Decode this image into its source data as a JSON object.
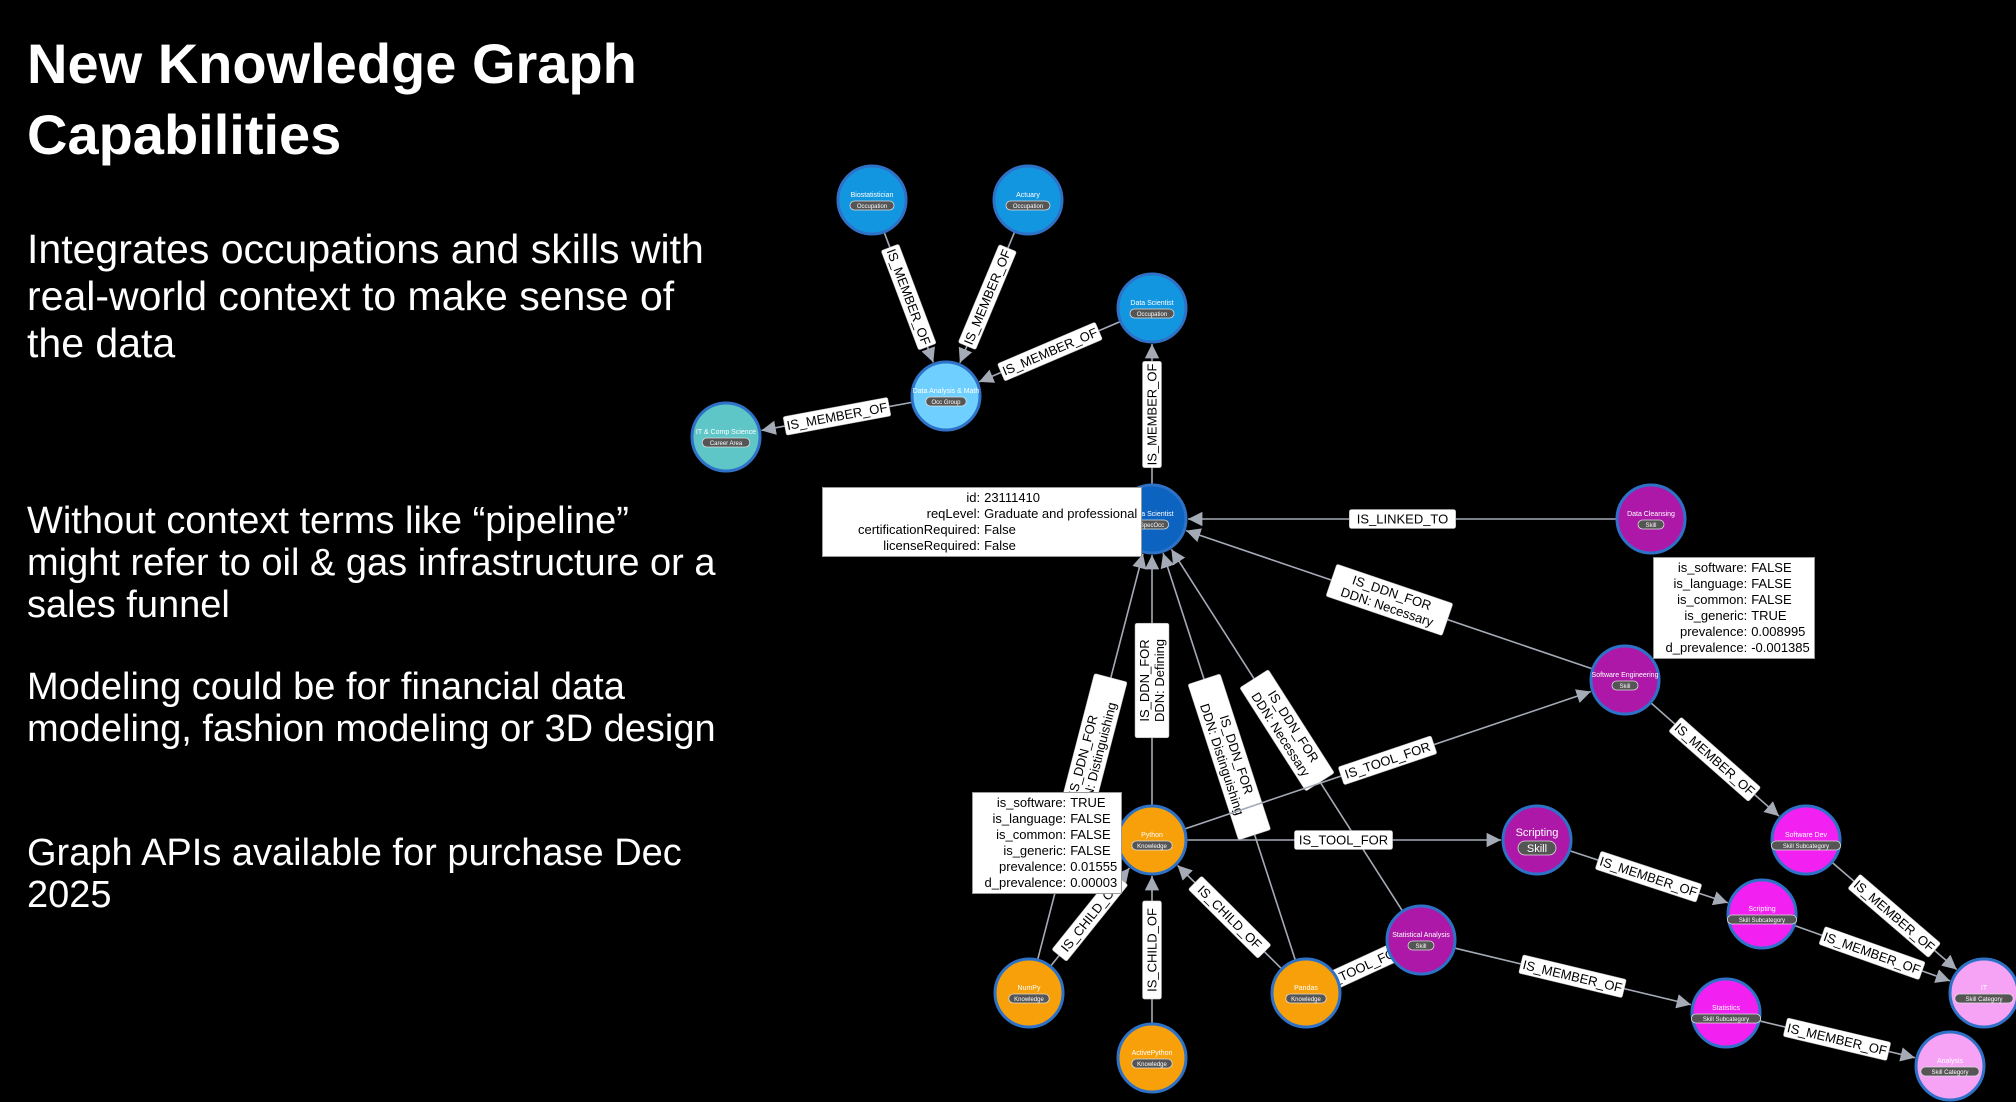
{
  "slide": {
    "title": "New Knowledge Graph Capabilities",
    "paragraphs": [
      "Integrates occupations and skills with real-world context to make sense of the data",
      "Without context terms like “pipeline” might refer to oil & gas infrastructure or a sales funnel",
      "Modeling could be for financial data modeling, fashion modeling or 3D design",
      "Graph APIs available for purchase Dec 2025"
    ]
  },
  "graph": {
    "colors": {
      "occupation": "#1396e0",
      "occ_group": "#6fd0ff",
      "career_area": "#5fc6c8",
      "spec_occ": "#0d64c0",
      "knowledge": "#f8a00a",
      "skill": "#ad18a8",
      "skill_subcategory": "#f320f2",
      "skill_category": "#f7a3f5",
      "node_border": "#2e72c8",
      "edge": "#a5abb6"
    },
    "nodes": [
      {
        "id": "biostat",
        "name": "Biostatistician",
        "type": "Occupation",
        "color_key": "occupation"
      },
      {
        "id": "actuary",
        "name": "Actuary",
        "type": "Occupation",
        "color_key": "occupation"
      },
      {
        "id": "ds_occ",
        "name": "Data Scientist",
        "type": "Occupation",
        "color_key": "occupation"
      },
      {
        "id": "dam",
        "name": "Data Analysis & Math",
        "type": "Occ Group",
        "color_key": "occ_group"
      },
      {
        "id": "itcs",
        "name": "IT & Comp Science",
        "type": "Career Area",
        "color_key": "career_area"
      },
      {
        "id": "ds_spec",
        "name": "Data Scientist",
        "type": "SpecOcc",
        "color_key": "spec_occ"
      },
      {
        "id": "cleansing",
        "name": "Data Cleansing",
        "type": "Skill",
        "color_key": "skill"
      },
      {
        "id": "sweng",
        "name": "Software Engineering",
        "type": "Skill",
        "color_key": "skill"
      },
      {
        "id": "python",
        "name": "Python",
        "type": "Knowledge",
        "color_key": "knowledge"
      },
      {
        "id": "scripting_skill",
        "name": "Scripting",
        "type": "Skill",
        "color_key": "skill"
      },
      {
        "id": "statan",
        "name": "Statistical Analysis",
        "type": "Skill",
        "color_key": "skill"
      },
      {
        "id": "numpy",
        "name": "NumPy",
        "type": "Knowledge",
        "color_key": "knowledge"
      },
      {
        "id": "activepython",
        "name": "ActivePython",
        "type": "Knowledge",
        "color_key": "knowledge"
      },
      {
        "id": "pandas",
        "name": "Pandas",
        "type": "Knowledge",
        "color_key": "knowledge"
      },
      {
        "id": "swdev",
        "name": "Software Dev",
        "type": "Skill Subcategory",
        "color_key": "skill_subcategory"
      },
      {
        "id": "scripting_sub",
        "name": "Scripting",
        "type": "Skill Subcategory",
        "color_key": "skill_subcategory"
      },
      {
        "id": "statistics",
        "name": "Statistics",
        "type": "Skill Subcategory",
        "color_key": "skill_subcategory"
      },
      {
        "id": "it",
        "name": "IT",
        "type": "Skill Category",
        "color_key": "skill_category"
      },
      {
        "id": "analysis",
        "name": "Analysis",
        "type": "Skill Category",
        "color_key": "skill_category"
      }
    ],
    "edges": [
      {
        "from": "biostat",
        "to": "dam",
        "label": "IS_MEMBER_OF"
      },
      {
        "from": "actuary",
        "to": "dam",
        "label": "IS_MEMBER_OF"
      },
      {
        "from": "ds_occ",
        "to": "dam",
        "label": "IS_MEMBER_OF"
      },
      {
        "from": "dam",
        "to": "itcs",
        "label": "IS_MEMBER_OF"
      },
      {
        "from": "ds_spec",
        "to": "ds_occ",
        "label": "IS_MEMBER_OF"
      },
      {
        "from": "cleansing",
        "to": "ds_spec",
        "label": "IS_LINKED_TO"
      },
      {
        "from": "sweng",
        "to": "ds_spec",
        "label": "IS_DDN_FOR",
        "label2": "DDN: Necessary"
      },
      {
        "from": "numpy",
        "to": "ds_spec",
        "label": "IS_DDN_FOR",
        "label2": "DDN: Distinguishing"
      },
      {
        "from": "python",
        "to": "ds_spec",
        "label": "IS_DDN_FOR",
        "label2": "DDN: Defining"
      },
      {
        "from": "pandas",
        "to": "ds_spec",
        "label": "IS_DDN_FOR",
        "label2": "DDN: Distinguishing"
      },
      {
        "from": "statan",
        "to": "ds_spec",
        "label": "IS_DDN_FOR",
        "label2": "DDN: Necessary"
      },
      {
        "from": "python",
        "to": "sweng",
        "label": "IS_TOOL_FOR"
      },
      {
        "from": "python",
        "to": "scripting_skill",
        "label": "IS_TOOL_FOR"
      },
      {
        "from": "pandas",
        "to": "statan",
        "label": "IS_TOOL_FOR"
      },
      {
        "from": "numpy",
        "to": "python",
        "label": "IS_CHILD_OF"
      },
      {
        "from": "activepython",
        "to": "python",
        "label": "IS_CHILD_OF"
      },
      {
        "from": "pandas",
        "to": "python",
        "label": "IS_CHILD_OF"
      },
      {
        "from": "sweng",
        "to": "swdev",
        "label": "IS_MEMBER_OF"
      },
      {
        "from": "scripting_skill",
        "to": "scripting_sub",
        "label": "IS_MEMBER_OF"
      },
      {
        "from": "statan",
        "to": "statistics",
        "label": "IS_MEMBER_OF"
      },
      {
        "from": "swdev",
        "to": "it",
        "label": "IS_MEMBER_OF"
      },
      {
        "from": "scripting_sub",
        "to": "it",
        "label": "IS_MEMBER_OF"
      },
      {
        "from": "statistics",
        "to": "analysis",
        "label": "IS_MEMBER_OF"
      }
    ],
    "property_panels": {
      "data_scientist": [
        {
          "key": "id",
          "value": "23111410"
        },
        {
          "key": "reqLevel",
          "value": "Graduate and professional"
        },
        {
          "key": "certificationRequired",
          "value": "False"
        },
        {
          "key": "licenseRequired",
          "value": "False"
        }
      ],
      "software_engineering": [
        {
          "key": "is_software",
          "value": "FALSE"
        },
        {
          "key": "is_language",
          "value": "FALSE"
        },
        {
          "key": "is_common",
          "value": "FALSE"
        },
        {
          "key": "is_generic",
          "value": "TRUE"
        },
        {
          "key": "prevalence",
          "value": "0.008995"
        },
        {
          "key": "d_prevalence",
          "value": "-0.001385"
        }
      ],
      "python": [
        {
          "key": "is_software",
          "value": "TRUE"
        },
        {
          "key": "is_language",
          "value": "FALSE"
        },
        {
          "key": "is_common",
          "value": "FALSE"
        },
        {
          "key": "is_generic",
          "value": "FALSE"
        },
        {
          "key": "prevalence",
          "value": "0.01555"
        },
        {
          "key": "d_prevalence",
          "value": "0.00003"
        }
      ]
    }
  }
}
